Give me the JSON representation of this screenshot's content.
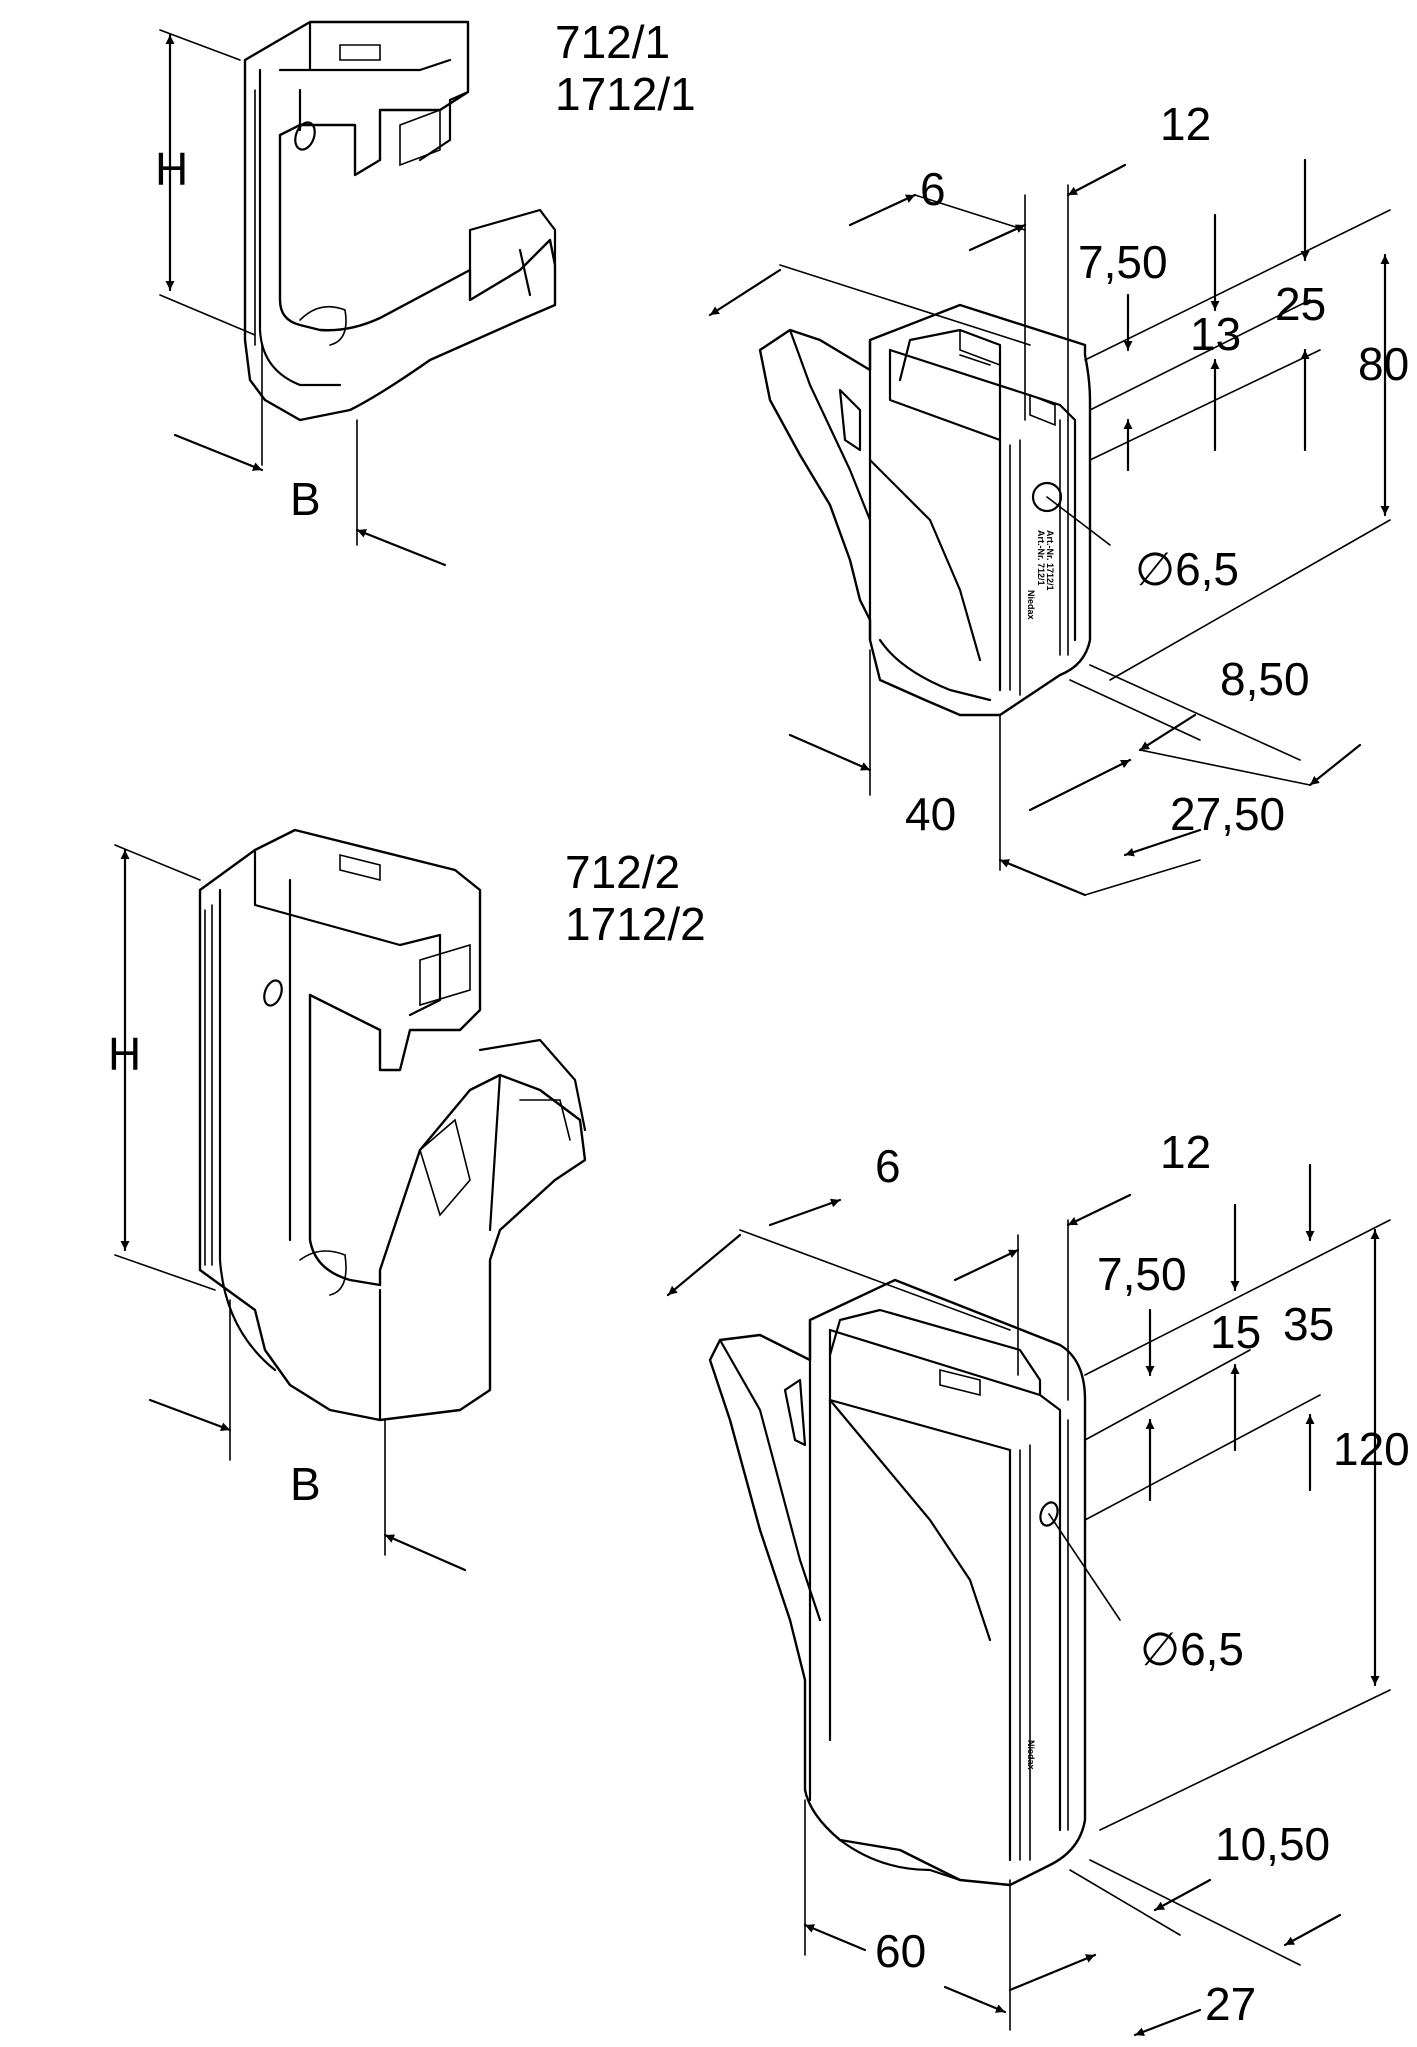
{
  "labels": {
    "model_a": [
      "712/1",
      "1712/1"
    ],
    "model_b": [
      "712/2",
      "1712/2"
    ],
    "generic_height": "H",
    "generic_width": "B"
  },
  "dims_a": {
    "d6": "6",
    "d12": "12",
    "d7_50": "7,50",
    "d13": "13",
    "d25": "25",
    "d80": "80",
    "hole": "∅6,5",
    "d8_50": "8,50",
    "d40": "40",
    "d27_50": "27,50"
  },
  "dims_b": {
    "d6": "6",
    "d12": "12",
    "d7_50": "7,50",
    "d15": "15",
    "d35": "35",
    "d120": "120",
    "hole": "∅6,5",
    "d10_50": "10,50",
    "d60": "60",
    "d27": "27"
  },
  "embossed": [
    "Niedax",
    "Art.-Nr. 712/1",
    "Art.-Nr. 1712/1"
  ]
}
